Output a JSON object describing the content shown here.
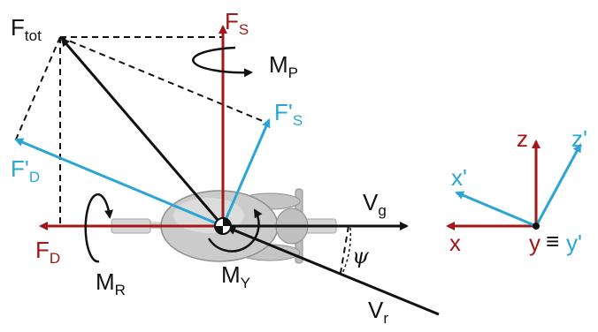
{
  "colors": {
    "black": "#111111",
    "red": "#a01818",
    "blue": "#2aa6d6"
  },
  "labels": {
    "f_tot": {
      "main": "F",
      "sub": "tot"
    },
    "f_s": {
      "main": "F",
      "sub": "S"
    },
    "m_p": {
      "main": "M",
      "sub": "P"
    },
    "f_s_prime": {
      "main": "F'",
      "sub": "S"
    },
    "f_d_prime": {
      "main": "F'",
      "sub": "D"
    },
    "f_d": {
      "main": "F",
      "sub": "D"
    },
    "m_r": {
      "main": "M",
      "sub": "R"
    },
    "m_y": {
      "main": "M",
      "sub": "Y"
    },
    "v_g": {
      "main": "V",
      "sub": "g"
    },
    "v_r": {
      "main": "V",
      "sub": "r"
    },
    "psi": "ψ"
  },
  "axes": {
    "z": "z",
    "z_prime": "z'",
    "x_prime": "x'",
    "x": "x",
    "y": "y",
    "equiv": "≡",
    "y_prime": "y'"
  }
}
